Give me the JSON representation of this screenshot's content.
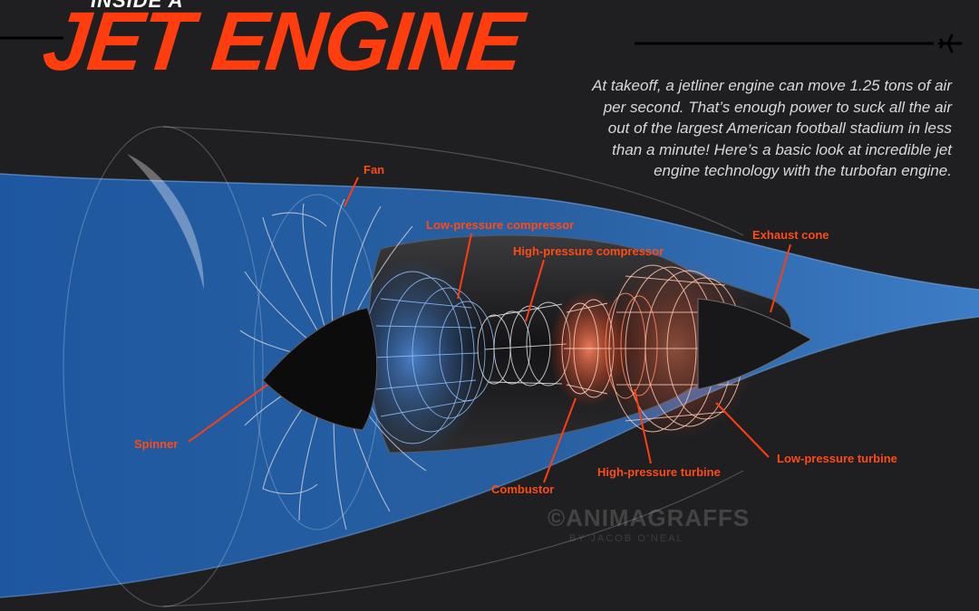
{
  "header": {
    "kicker": "INSIDE A",
    "title": "JET ENGINE",
    "intro": "At takeoff, a jetliner engine can move 1.25 tons of air per second. That’s enough power to suck all the air out of the largest American football stadium in less than a minute! Here’s a basic look at incredible jet engine technology with the turbofan engine."
  },
  "labels": {
    "fan": "Fan",
    "low_pressure_compressor": "Low-pressure compressor",
    "high_pressure_compressor": "High-pressure compressor",
    "exhaust_cone": "Exhaust cone",
    "spinner": "Spinner",
    "combustor": "Combustor",
    "high_pressure_turbine": "High-pressure turbine",
    "low_pressure_turbine": "Low-pressure turbine"
  },
  "watermark": {
    "brand": "©ANIMAGRAFFS",
    "byline": "BY JACOB O'NEAL"
  },
  "icons": {
    "plane": "airplane-icon"
  },
  "colors": {
    "background": "#1f1f21",
    "accent": "#ff3d0f",
    "airflow": "#2a6fc0",
    "wireframe": "#e8e8e8",
    "hot": "#ff6a3a"
  }
}
